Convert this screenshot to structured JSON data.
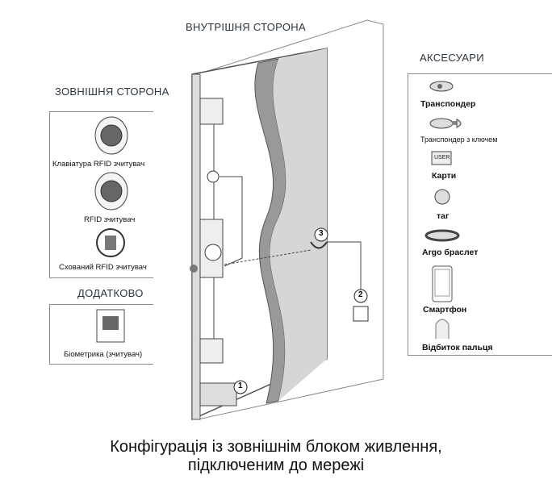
{
  "inside_title": "ВНУТРІШНЯ СТОРОНА",
  "outside": {
    "title": "ЗОВНІШНЯ СТОРОНА",
    "items": [
      "Клавіатура  RFID  зчитувач",
      "RFID  зчитувач",
      "Схований  RFID  зчитувач"
    ]
  },
  "additional": {
    "title": "ДОДАТКОВО",
    "items": [
      "Біометрика (зчитувач)"
    ]
  },
  "accessories": {
    "title": "АКСЕСУАРИ",
    "items": [
      "Транспондер",
      "Транспондер  з ключем",
      "Карти",
      "таг",
      "Argo браслет",
      "Смартфон",
      "Відбиток пальця"
    ],
    "card_text": "USER"
  },
  "markers": [
    "1",
    "2",
    "3"
  ],
  "caption": [
    "Конфігурація із зовнішнім блоком живлення,",
    "підключеним до мережі"
  ]
}
